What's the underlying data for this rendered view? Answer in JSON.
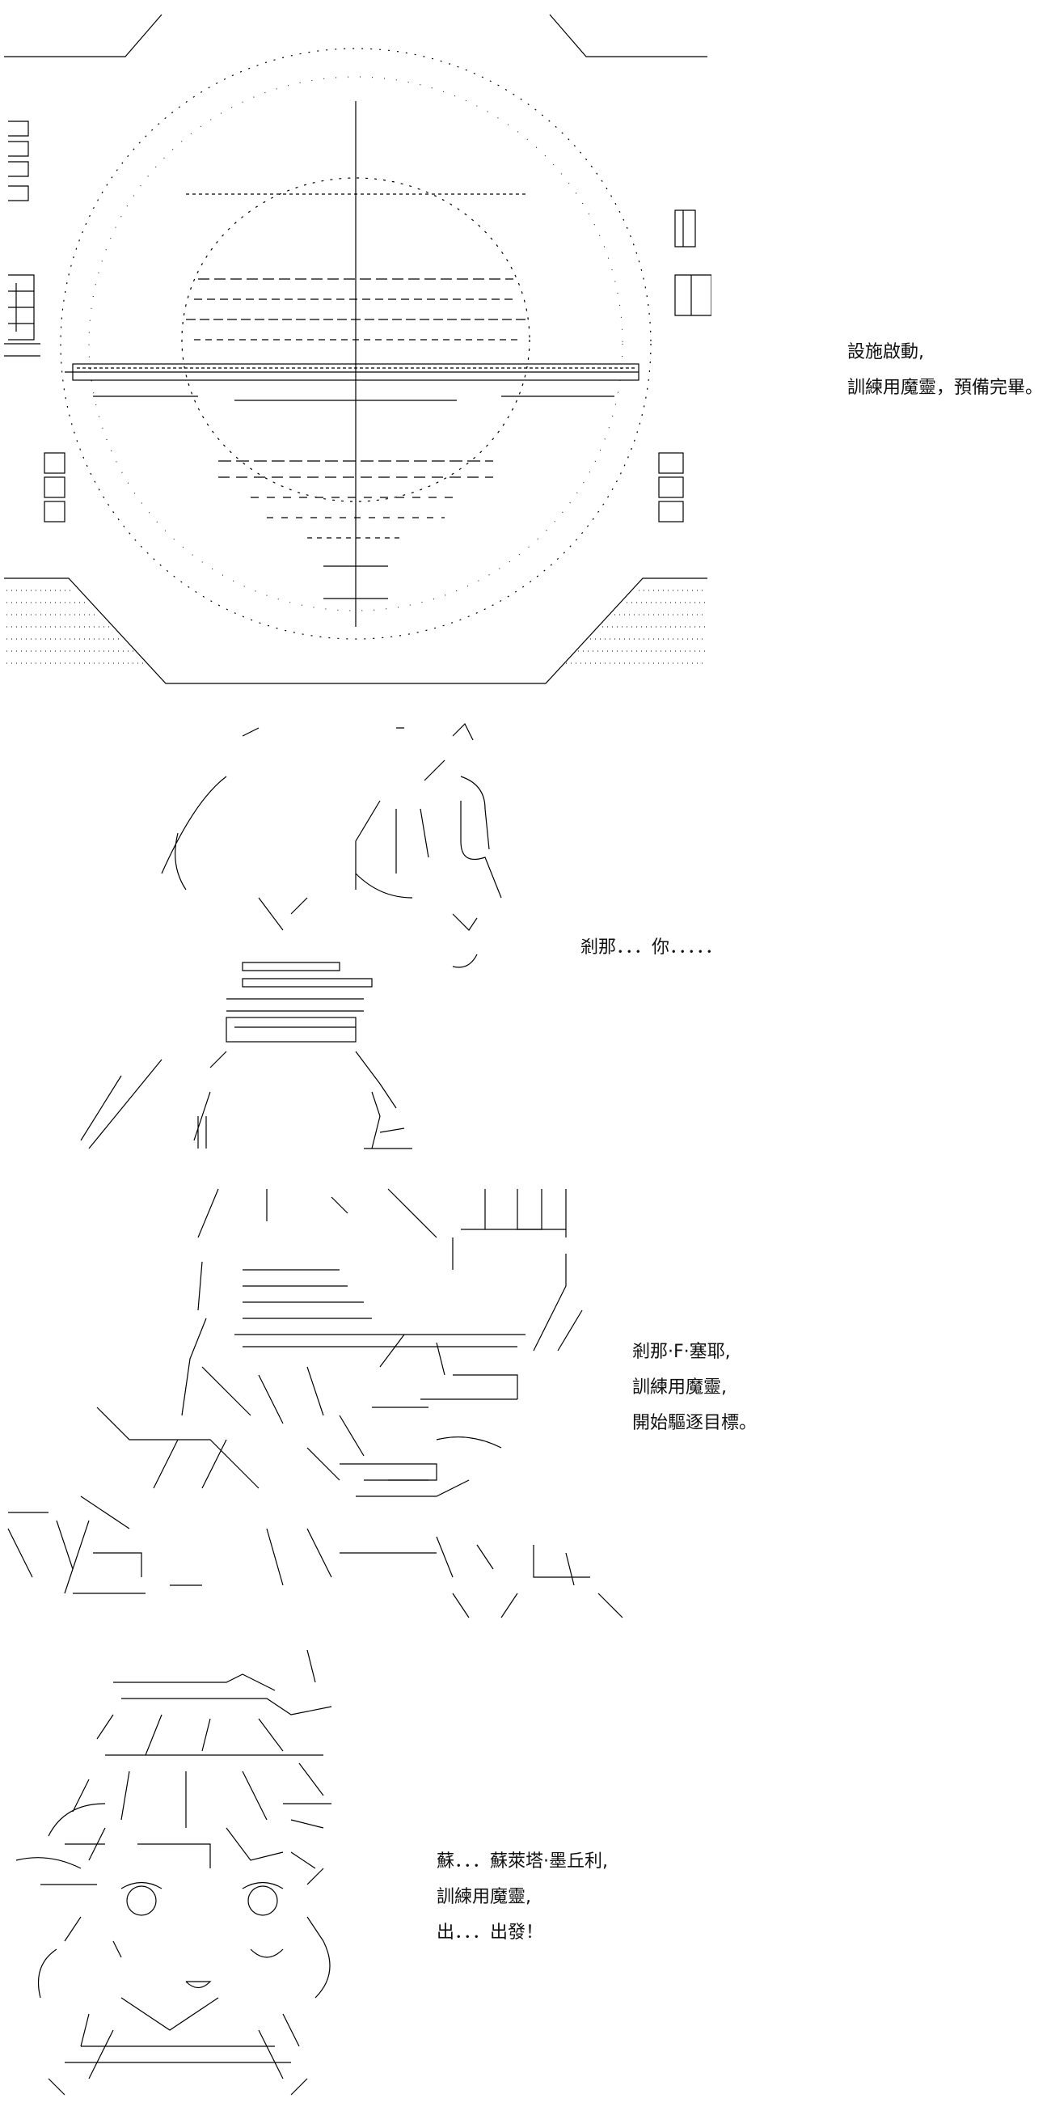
{
  "panels": [
    {
      "id": "scope",
      "art_icon": "scope-reticle-ascii-art",
      "lines": [
        "設施啟動,",
        "訓練用魔靈，預備完畢。"
      ]
    },
    {
      "id": "girl",
      "art_icon": "girl-with-staff-ascii-art",
      "lines": [
        "剎那．．．你．．．．．"
      ]
    },
    {
      "id": "beast",
      "art_icon": "armored-beast-ascii-art",
      "lines": [
        "剎那·F·塞耶,",
        "訓練用魔靈,",
        "開始驅逐目標。"
      ]
    },
    {
      "id": "boy",
      "art_icon": "boy-face-ascii-art",
      "lines": [
        "蘇．．．蘇萊塔·墨丘利,",
        "訓練用魔靈,",
        "出．．．出發！"
      ]
    }
  ],
  "colors": {
    "ink": "#000000",
    "background": "#ffffff"
  }
}
